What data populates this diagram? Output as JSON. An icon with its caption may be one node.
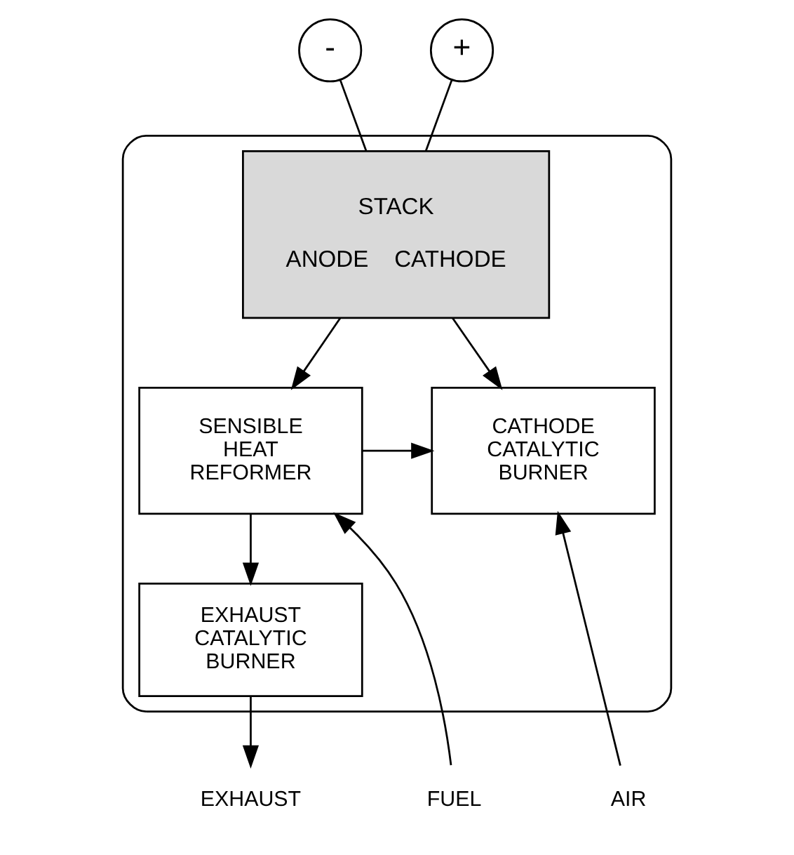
{
  "diagram": {
    "nodes": [
      {
        "text": [
          "-"
        ]
      },
      {
        "text": [
          "+"
        ]
      },
      {
        "text": [],
        "shape": "box"
      },
      {
        "text": [
          "STACK",
          "ANODE",
          "CATHODE"
        ],
        "in": 2
      },
      {
        "text": [
          "SENSIBLE HEAT REFORMER"
        ],
        "in": 2
      },
      {
        "text": [
          "CATHODE CATALYTIC BURNER"
        ],
        "in": 2
      },
      {
        "text": [
          "EXHAUST CATALYTIC BURNER"
        ],
        "in": 2
      },
      {
        "text": [
          "FUEL"
        ]
      },
      {
        "text": [
          "EXHAUST"
        ]
      },
      {
        "text": [
          "AIR"
        ]
      }
    ],
    "edges": [
      {
        "from": 0,
        "to": 3,
        "arrow": "none"
      },
      {
        "from": 1,
        "to": 3,
        "arrow": "none"
      },
      {
        "from": 3,
        "to": 4,
        "arrow": "to"
      },
      {
        "from": 3,
        "to": 5,
        "arrow": "to"
      },
      {
        "from": 4,
        "to": 5,
        "arrow": "to"
      },
      {
        "from": 4,
        "to": 6,
        "arrow": "to"
      },
      {
        "from": 7,
        "to": 4,
        "arrow": "to"
      },
      {
        "from": 9,
        "to": 5,
        "arrow": "to"
      },
      {
        "from": 6,
        "to": 8,
        "arrow": "to"
      }
    ]
  }
}
